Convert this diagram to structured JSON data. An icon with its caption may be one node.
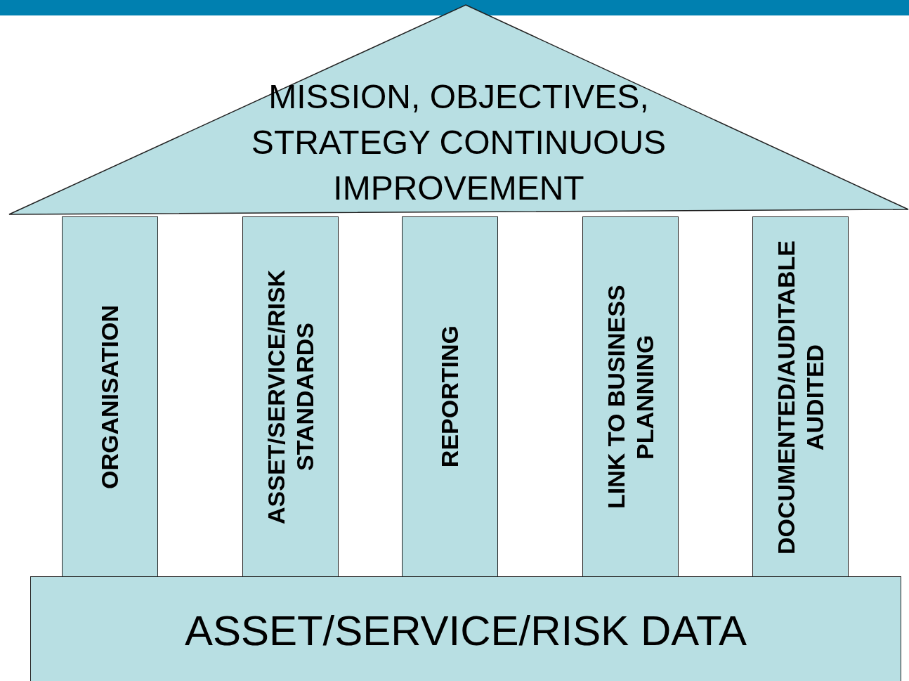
{
  "diagram": {
    "nodes": [
      {
        "text": [
          "MISSION, OBJECTIVES, STRATEGY CONTINUOUS IMPROVEMENT"
        ]
      },
      {
        "text": [
          "ORGANISATION"
        ]
      },
      {
        "text": [
          "ASSET/SERVICE/RISK STANDARDS"
        ]
      },
      {
        "text": [
          "REPORTING"
        ]
      },
      {
        "text": [
          "LINK TO BUSINESS PLANNING"
        ]
      },
      {
        "text": [
          "DOCUMENTED/AUDITABLE AUDITED"
        ]
      },
      {
        "text": [
          "ASSET/SERVICE/RISK DATA"
        ]
      }
    ]
  }
}
